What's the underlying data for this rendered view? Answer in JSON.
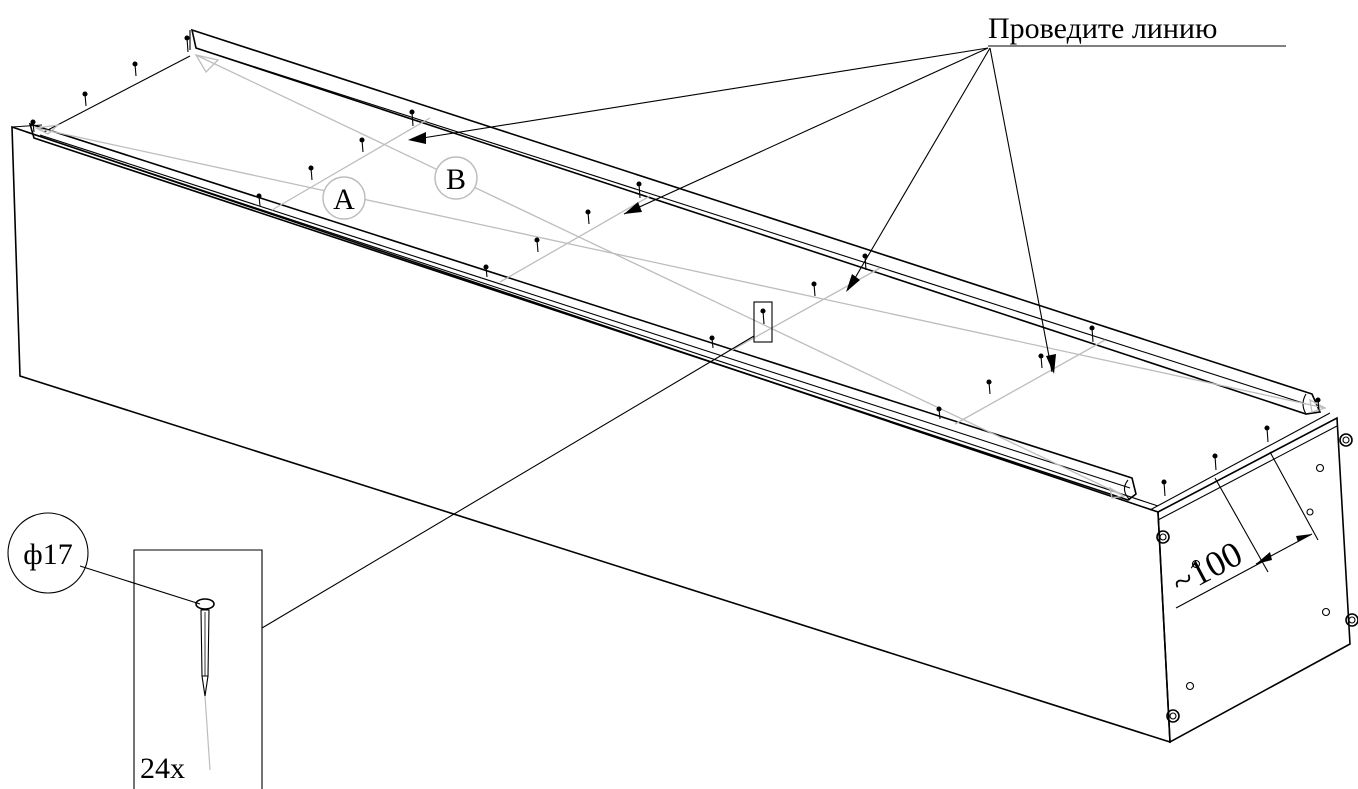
{
  "annotations": {
    "draw_line_label": "Проведите линию",
    "point_a_label": "A",
    "point_b_label": "B",
    "head_diameter_label": "ф17",
    "quantity_label": "24x",
    "distance_label": "~100"
  },
  "colors": {
    "line": "#000000",
    "guide_line": "#bdbdbd",
    "background": "#ffffff"
  },
  "icons": {
    "nail": "nail-icon",
    "bolt_head": "bolt-head-icon"
  }
}
